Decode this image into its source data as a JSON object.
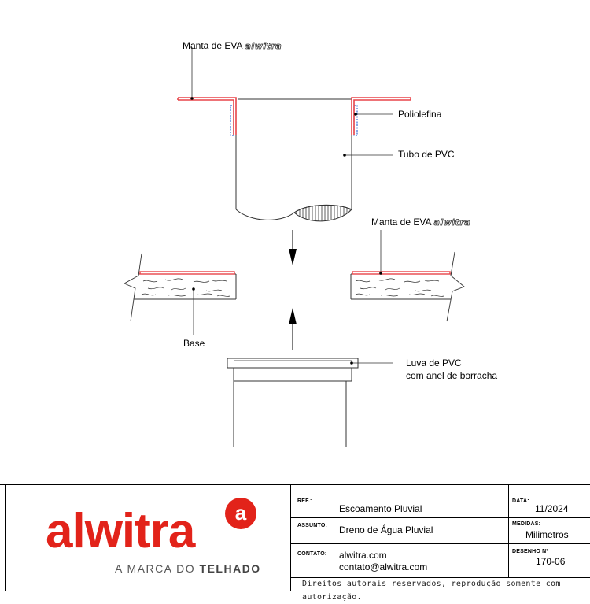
{
  "labels": {
    "manta_top": "Manta de EVA",
    "brand_script_top": "alwitra",
    "poliolefina": "Poliolefina",
    "tubo_pvc": "Tubo de PVC",
    "manta_mid": "Manta de EVA",
    "brand_script_mid": "alwitra",
    "base": "Base",
    "luva_line1": "Luva de PVC",
    "luva_line2": "com anel de borracha"
  },
  "colors": {
    "membrane": "#e8454a",
    "sealant": "#3a6fd6",
    "brand_red": "#e2231a",
    "line": "#333333"
  },
  "logo": {
    "wordmark": "alwitra",
    "circle_letter": "a",
    "tagline_light": "A MARCA DO ",
    "tagline_bold": "TELHADO"
  },
  "titleblock": {
    "ref_key": "REF.:",
    "ref_value": "Escoamento Pluvial",
    "data_key": "DATA:",
    "data_value": "11/2024",
    "assunto_key": "ASSUNTO:",
    "assunto_value": "Dreno de Água Pluvial",
    "medidas_key": "MEDIDAS:",
    "medidas_value": "Milimetros",
    "contato_key": "CONTATO:",
    "contato_line1": "alwitra.com",
    "contato_line2": "contato@alwitra.com",
    "desenho_key": "DESENHO Nº",
    "desenho_value": "170-06",
    "footer": "Direitos autorais reservados, reprodução somente com autorização."
  }
}
